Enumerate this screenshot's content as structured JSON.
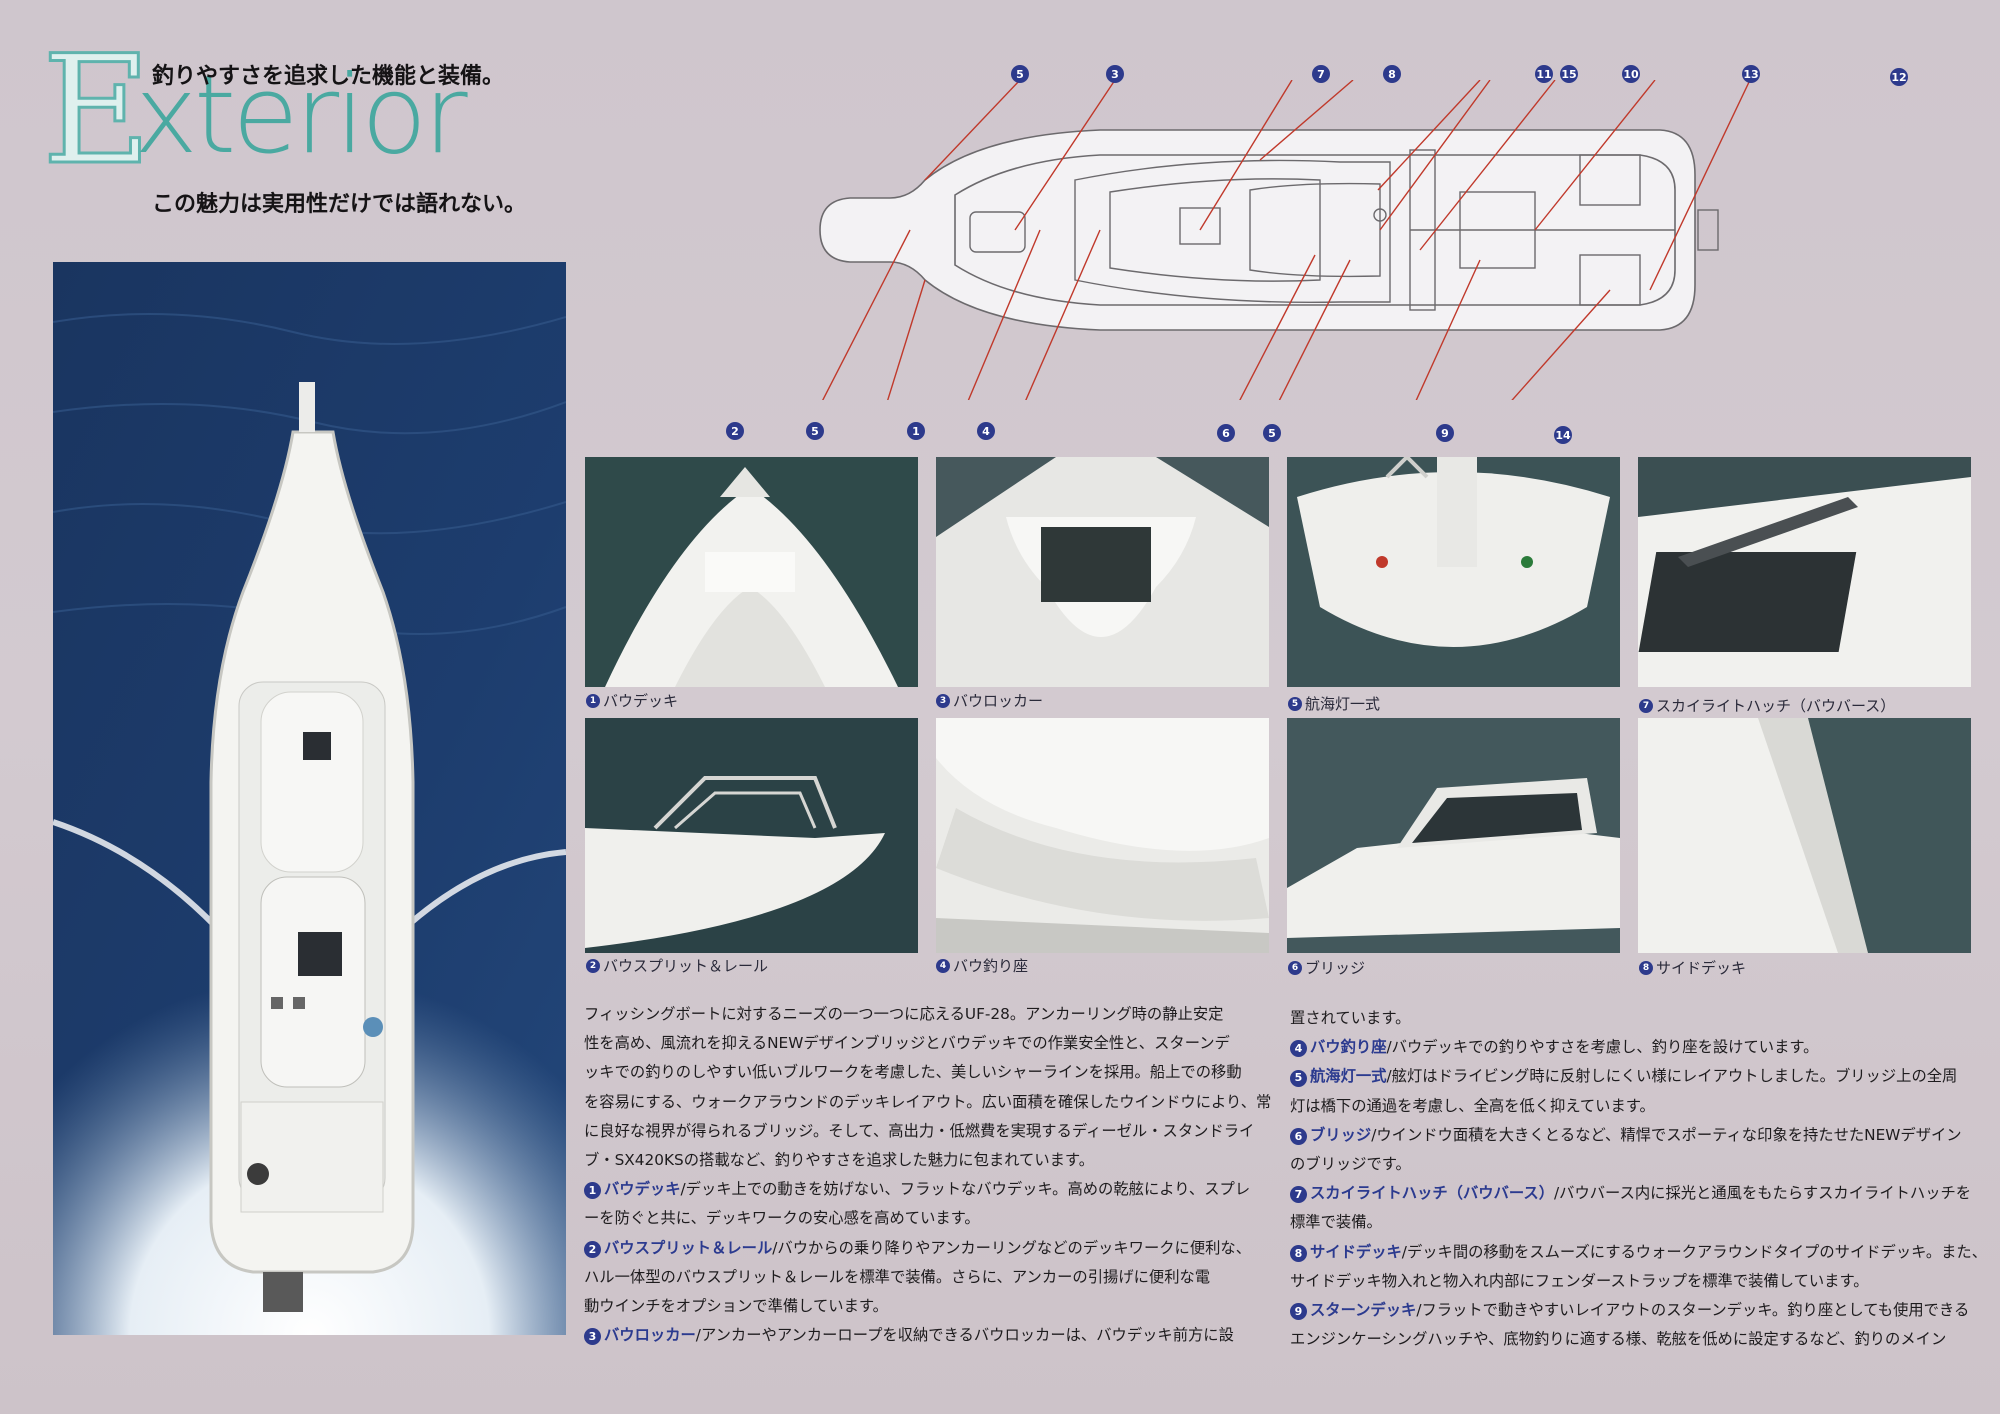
{
  "header": {
    "title_initial": "E",
    "title_rest": "xterior",
    "tagline_1": "釣りやすさを追求した機能と装備。",
    "tagline_2": "この魅力は実用性だけでは語れない。"
  },
  "diagram": {
    "top_callouts": [
      "5",
      "3",
      "7",
      "8",
      "11",
      "15",
      "10",
      "13",
      "12"
    ],
    "bottom_callouts": [
      "2",
      "5",
      "1",
      "4",
      "6",
      "5",
      "9",
      "14"
    ]
  },
  "photos": [
    {
      "num": "1",
      "caption": "バウデッキ"
    },
    {
      "num": "3",
      "caption": "バウロッカー"
    },
    {
      "num": "5",
      "caption": "航海灯一式"
    },
    {
      "num": "7",
      "caption": "スカイライトハッチ（バウバース）"
    },
    {
      "num": "2",
      "caption": "バウスプリット＆レール"
    },
    {
      "num": "4",
      "caption": "バウ釣り座"
    },
    {
      "num": "6",
      "caption": "ブリッジ"
    },
    {
      "num": "8",
      "caption": "サイドデッキ"
    }
  ],
  "body_left": {
    "intro_lines": [
      "フィッシングボートに対するニーズの一つ一つに応えるUF-28。アンカーリング時の静止安定",
      "性を高め、風流れを抑えるNEWデザインブリッジとバウデッキでの作業安全性と、スターンデ",
      "ッキでの釣りのしやすい低いブルワークを考慮した、美しいシャーラインを採用。船上での移動",
      "を容易にする、ウォークアラウンドのデッキレイアウト。広い面積を確保したウインドウにより、常",
      "に良好な視界が得られるブリッジ。そして、高出力・低燃費を実現するディーゼル・スタンドライ",
      "ブ・SX420KSの搭載など、釣りやすさを追求した魅力に包まれています。"
    ],
    "items": [
      {
        "num": "1",
        "kw": "バウデッキ",
        "lines": [
          "/デッキ上での動きを妨げない、フラットなバウデッキ。高めの乾舷により、スプレ",
          "ーを防ぐと共に、デッキワークの安心感を高めています。"
        ]
      },
      {
        "num": "2",
        "kw": "バウスプリット＆レール",
        "lines": [
          "/バウからの乗り降りやアンカーリングなどのデッキワークに便利な、",
          "ハル一体型のバウスプリット＆レールを標準で装備。さらに、アンカーの引揚げに便利な電",
          "動ウインチをオプションで準備しています。"
        ]
      },
      {
        "num": "3",
        "kw": "バウロッカー",
        "lines": [
          "/アンカーやアンカーロープを収納できるバウロッカーは、バウデッキ前方に設"
        ]
      }
    ]
  },
  "body_right": {
    "lead_line": "置されています。",
    "items": [
      {
        "num": "4",
        "kw": "バウ釣り座",
        "lines": [
          "/バウデッキでの釣りやすさを考慮し、釣り座を設けています。"
        ]
      },
      {
        "num": "5",
        "kw": "航海灯一式",
        "lines": [
          "/舷灯はドライビング時に反射しにくい様にレイアウトしました。ブリッジ上の全周",
          "灯は橋下の通過を考慮し、全高を低く抑えています。"
        ]
      },
      {
        "num": "6",
        "kw": "ブリッジ",
        "lines": [
          "/ウインドウ面積を大きくとるなど、精悍でスポーティな印象を持たせたNEWデザイン",
          "のブリッジです。"
        ]
      },
      {
        "num": "7",
        "kw": "スカイライトハッチ（バウバース）",
        "lines": [
          "/バウバース内に採光と通風をもたらすスカイライトハッチを",
          "標準で装備。"
        ]
      },
      {
        "num": "8",
        "kw": "サイドデッキ",
        "lines": [
          "/デッキ間の移動をスムーズにするウォークアラウンドタイプのサイドデッキ。また、",
          "サイドデッキ物入れと物入れ内部にフェンダーストラップを標準で装備しています。"
        ]
      },
      {
        "num": "9",
        "kw": "スターンデッキ",
        "lines": [
          "/フラットで動きやすいレイアウトのスターンデッキ。釣り座としても使用できる",
          "エンジンケーシングハッチや、底物釣りに適する様、乾舷を低めに設定するなど、釣りのメイン"
        ]
      }
    ]
  },
  "colors": {
    "accent_teal": "#4aa9a1",
    "number_badge": "#2d3a8c",
    "callout_line": "#c0392b",
    "page_bg": "#cfc6cd"
  }
}
